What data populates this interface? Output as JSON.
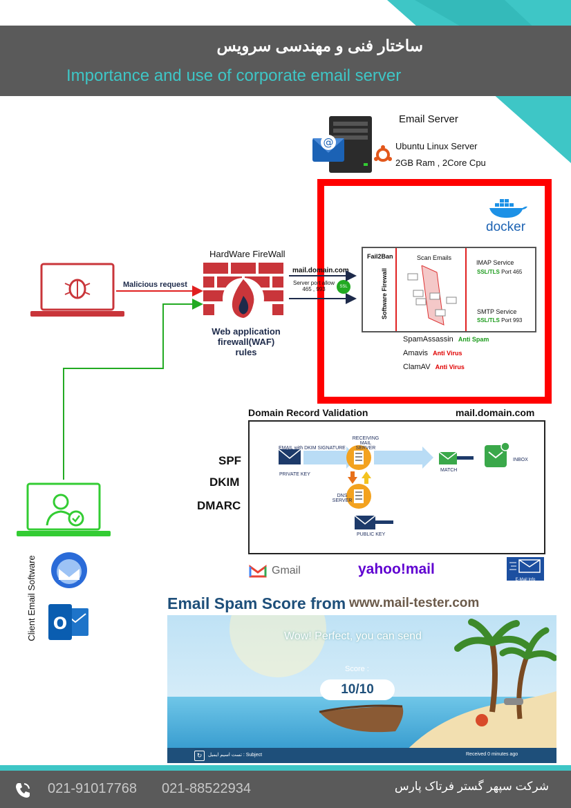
{
  "header": {
    "title_fa": "ساختار فنی و مهندسی سرویس",
    "title_en": "Importance and use of corporate email server"
  },
  "server": {
    "title": "Email Server",
    "os": "Ubuntu Linux Server",
    "spec": "2GB Ram , 2Core Cpu"
  },
  "docker": {
    "logo_text": "docker",
    "fail2ban": "Fail2Ban",
    "software_firewall": "Software Firewall",
    "scan_emails": "Scan Emails",
    "imap_title": "IMAP Service",
    "imap_ssl": "SSL/TLS",
    "imap_port": "Port 465",
    "smtp_title": "SMTP Service",
    "smtp_ssl": "SSL/TLS",
    "smtp_port": "Port 993",
    "tools": [
      {
        "name": "SpamAssassin",
        "tag": "Anti Spam",
        "color": "green"
      },
      {
        "name": "Amavis",
        "tag": "Anti Virus",
        "color": "red"
      },
      {
        "name": "ClamAV",
        "tag": "Anti Virus",
        "color": "red"
      }
    ]
  },
  "firewall": {
    "title": "HardWare FireWall",
    "waf_line1": "Web application",
    "waf_line2": "firewall(WAF)",
    "waf_line3": "rules",
    "domain": "mail.domain.com",
    "port_line1": "Server port allow",
    "port_line2": "465 , 993",
    "ssl_badge": "SSL"
  },
  "attacker": {
    "label": "Malicious request"
  },
  "client": {
    "label": "Client Email Software"
  },
  "validation": {
    "title": "Domain Record Validation",
    "domain": "mail.domain.com",
    "records": [
      "SPF",
      "DKIM",
      "DMARC"
    ],
    "email_sig": "EMAIL with DKIM SIGNATURE",
    "private_key": "PRIVATE KEY",
    "receiving_1": "RECEIVING",
    "receiving_2": "MAIL SERVER",
    "dns_1": "DNS",
    "dns_2": "SERVER",
    "public_key": "PUBLIC KEY",
    "match": "MATCH",
    "inbox": "INBOX"
  },
  "providers": {
    "gmail": "Gmail",
    "yahoo": "yahoo!mail",
    "emailinfo": "E-Mail Info"
  },
  "spam": {
    "title": "Email Spam Score from",
    "url": "www.mail-tester.com",
    "message": "Wow! Perfect, you can send",
    "score_label": "Score :",
    "score": "10/10",
    "subject": "تست اسیم ایمیل : Subject",
    "received": "Received 0 minutes ago"
  },
  "footer": {
    "phone1": "021-91017768",
    "phone2": "021-88522934",
    "company": "شرکت سپهر گستر فرتاک پارس"
  },
  "colors": {
    "accent_teal": "#3ec6c6",
    "header_gray": "#5a5a5a",
    "danger_red": "#e02020",
    "safe_green": "#22aa22",
    "navy": "#1d3a6a"
  }
}
